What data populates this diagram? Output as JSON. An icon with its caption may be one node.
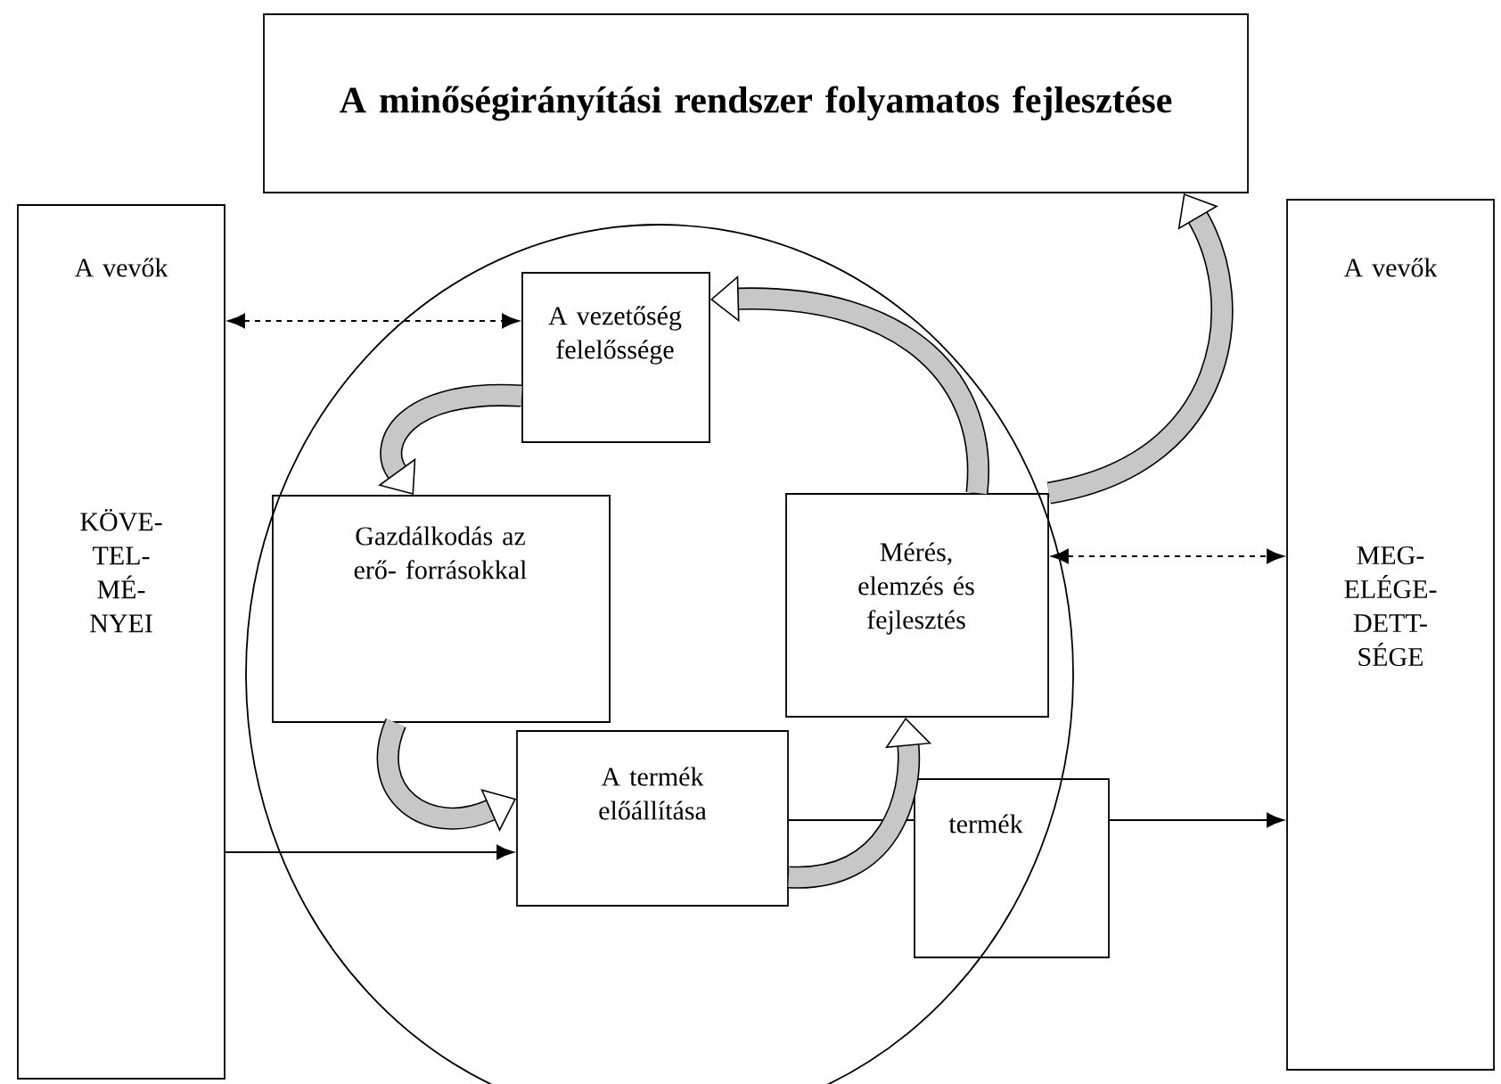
{
  "diagram": {
    "nodes": [
      {
        "text": [
          "A minőségirányítási rendszer folyamatos fejlesztése"
        ]
      },
      {
        "text": [
          "A vevők",
          "KÖVE- TEL- MÉ- NYEI"
        ]
      },
      {
        "text": [
          "A vezetőség felelőssége"
        ]
      },
      {
        "text": [
          "Gazdálkodás az erő- forrásokkal"
        ]
      },
      {
        "text": [
          "Mérés, elemzés és fejlesztés"
        ]
      },
      {
        "text": [
          "A termék előállítása"
        ]
      },
      {
        "text": [
          "termék"
        ]
      },
      {
        "text": [
          "A vevők",
          "MEG- ELÉGE- DETT- SÉGE"
        ]
      }
    ],
    "edges": [
      {
        "from": 1,
        "to": 2,
        "arrow": "both",
        "style": "dashed"
      },
      {
        "from": 1,
        "to": 5,
        "arrow": "to"
      },
      {
        "from": 5,
        "to": 6,
        "arrow": "none"
      },
      {
        "from": 6,
        "to": 7,
        "arrow": "to"
      },
      {
        "from": 4,
        "to": 7,
        "arrow": "both",
        "style": "dashed"
      },
      {
        "from": 2,
        "to": 3,
        "arrow": "to",
        "style": "thick"
      },
      {
        "from": 3,
        "to": 5,
        "arrow": "to",
        "style": "thick"
      },
      {
        "from": 5,
        "to": 4,
        "arrow": "to",
        "style": "thick"
      },
      {
        "from": 4,
        "to": 2,
        "arrow": "to",
        "style": "thick"
      },
      {
        "from": 4,
        "to": 0,
        "arrow": "to",
        "style": "thick"
      }
    ]
  }
}
